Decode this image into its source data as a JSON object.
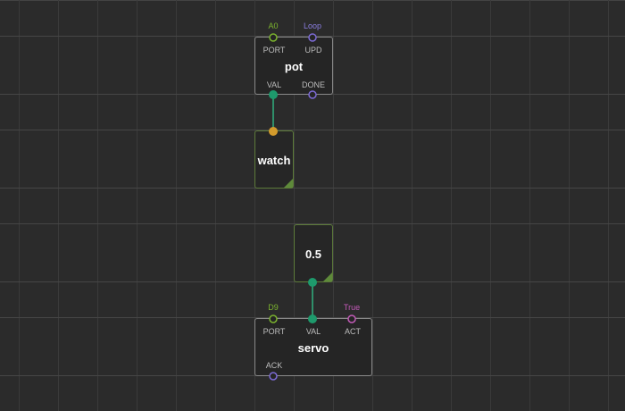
{
  "nodes": {
    "pot": {
      "title": "pot",
      "inputs": [
        {
          "label": "PORT",
          "value": "A0"
        },
        {
          "label": "UPD",
          "value": "Loop"
        }
      ],
      "outputs": [
        {
          "label": "VAL"
        },
        {
          "label": "DONE"
        }
      ]
    },
    "watch": {
      "title": "watch"
    },
    "constant": {
      "title": "0.5"
    },
    "servo": {
      "title": "servo",
      "inputs": [
        {
          "label": "PORT",
          "value": "D9"
        },
        {
          "label": "VAL",
          "value": ""
        },
        {
          "label": "ACT",
          "value": "True"
        }
      ],
      "outputs": [
        {
          "label": "ACK"
        }
      ]
    }
  },
  "colors": {
    "background": "#2b2b2b",
    "wire": "#2f8f6a",
    "pin_number": "#1e9a6c",
    "pin_pulse": "#7d6bd6",
    "pin_boolean": "#c35ab8",
    "pin_any": "#d39b2c",
    "value_number": "#7bb32e",
    "value_pulse": "#8b7ee0",
    "value_boolean": "#c35ab8"
  }
}
